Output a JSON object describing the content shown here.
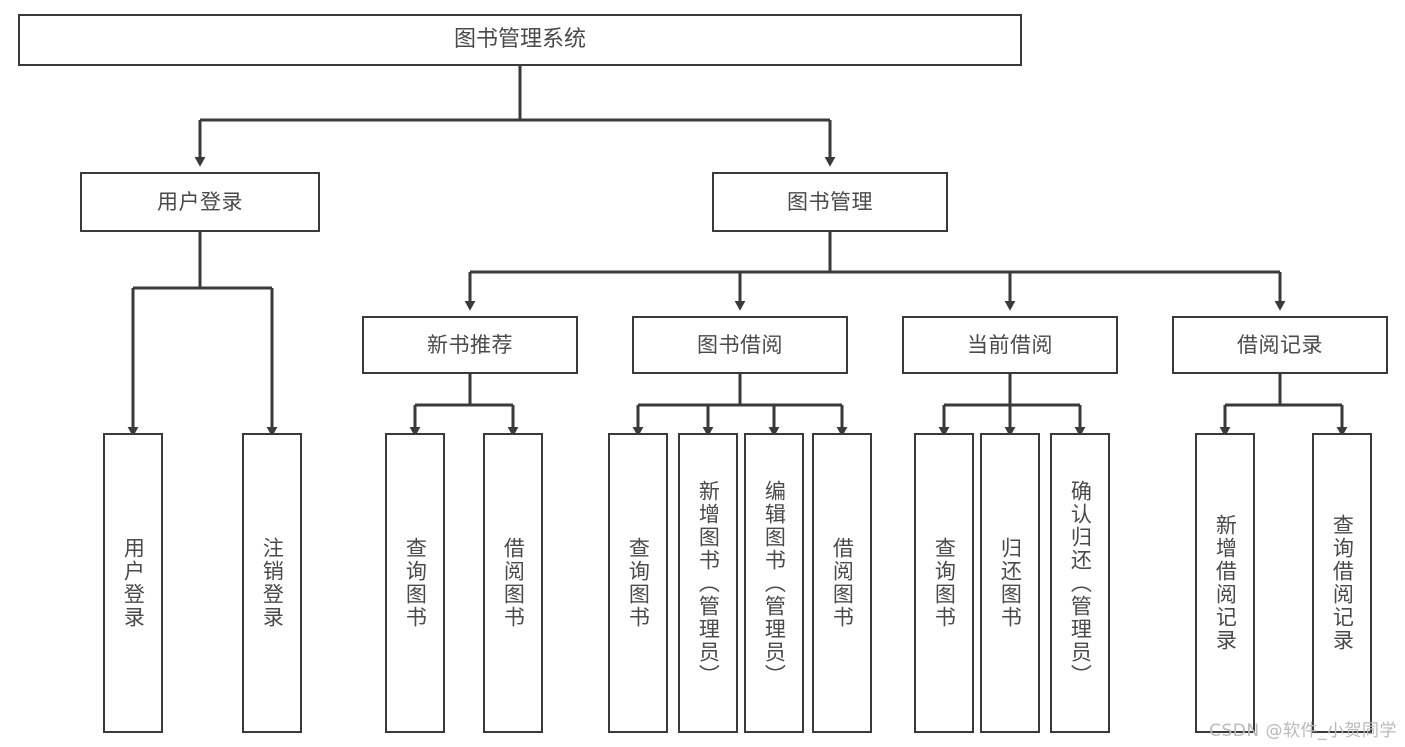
{
  "diagram": {
    "title": "图书管理系统",
    "type": "hierarchy-tree",
    "line_color": "#3a3a3a",
    "text_color": "#4a4a4a",
    "background": "#ffffff",
    "watermark": "CSDN @软件_小贺同学"
  },
  "nodes": {
    "root": {
      "label": "图书管理系统"
    },
    "level2": [
      {
        "label": "用户登录"
      },
      {
        "label": "图书管理"
      }
    ],
    "level3": [
      {
        "label": "新书推荐"
      },
      {
        "label": "图书借阅"
      },
      {
        "label": "当前借阅"
      },
      {
        "label": "借阅记录"
      }
    ],
    "leaves": {
      "user_login": [
        {
          "label": "用户登录"
        },
        {
          "label": "注销登录"
        }
      ],
      "new_book": [
        {
          "label": "查询图书"
        },
        {
          "label": "借阅图书"
        }
      ],
      "book_borrow": [
        {
          "label": "查询图书"
        },
        {
          "label": "新增图书（管理员）"
        },
        {
          "label": "编辑图书（管理员）"
        },
        {
          "label": "借阅图书"
        }
      ],
      "current_borrow": [
        {
          "label": "查询图书"
        },
        {
          "label": "归还图书"
        },
        {
          "label": "确认归还（管理员）"
        }
      ],
      "borrow_record": [
        {
          "label": "新增借阅记录"
        },
        {
          "label": "查询借阅记录"
        }
      ]
    }
  }
}
